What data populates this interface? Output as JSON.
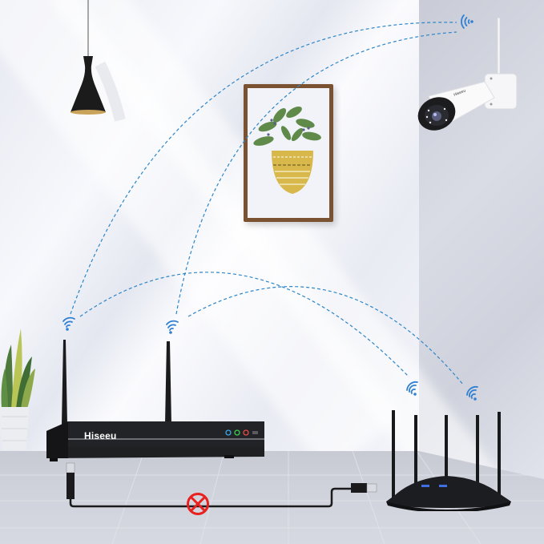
{
  "scene": {
    "description": "Wireless NVR security camera system illustration in a room",
    "brand_logo": "Hiseeu",
    "devices": [
      {
        "name": "nvr",
        "label": "Hiseeu",
        "antennas": 2,
        "indicator_colors": [
          "#3aa6e6",
          "#3ccf4e",
          "#e84a4a"
        ]
      },
      {
        "name": "bullet-camera",
        "antennas": 1
      },
      {
        "name": "wifi-router",
        "antennas": 5
      }
    ],
    "cable": {
      "status": "not-required",
      "symbol": "prohibited"
    },
    "colors": {
      "signal_blue": "#2f7fd3",
      "dash_line": "#2e86c8",
      "prohibited_red": "#e8201e",
      "device_black": "#1f2022",
      "frame_wood": "#7a5232",
      "pot_yellow": "#d8b84a",
      "leaf_green": "#5f8a4a"
    }
  }
}
